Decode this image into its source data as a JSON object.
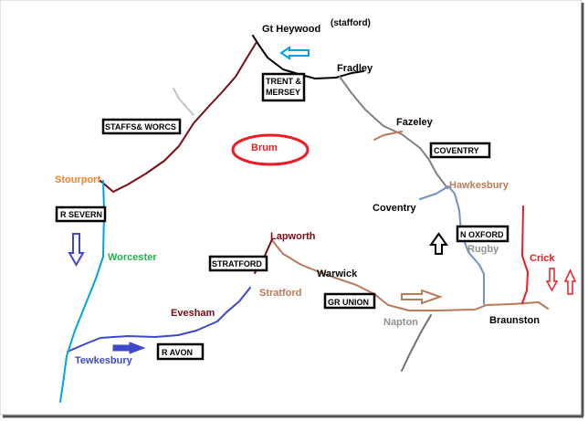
{
  "places": {
    "gt_heywood": "Gt Heywood",
    "stafford_note": "(stafford)",
    "fradley": "Fradley",
    "fazeley": "Fazeley",
    "hawkesbury": "Hawkesbury",
    "coventry": "Coventry",
    "rugby": "Rugby",
    "crick": "Crick",
    "braunston": "Braunston",
    "napton": "Napton",
    "warwick": "Warwick",
    "lapworth": "Lapworth",
    "stratford": "Stratford",
    "evesham": "Evesham",
    "tewkesbury": "Tewkesbury",
    "worcester": "Worcester",
    "stourport": "Stourport",
    "brum": "Brum"
  },
  "canals": {
    "trent_mersey_1": "TRENT &",
    "trent_mersey_2": "MERSEY",
    "staffs_worcs": "STAFFS& WORCS",
    "coventry": "COVENTRY",
    "n_oxford": "N OXFORD",
    "gr_union": "GR UNION",
    "stratford": "STRATFORD",
    "r_avon": "R AVON",
    "r_severn": "R SEVERN"
  },
  "colors": {
    "trent_mersey": "#000000",
    "staffs_worcs": "#7a0b12",
    "coventry": "#808080",
    "oxford": "#6f93c4",
    "gr_union": "#b97a57",
    "avon": "#3f48cc",
    "severn": "#00a2e8",
    "crick": "#ed1c24"
  }
}
